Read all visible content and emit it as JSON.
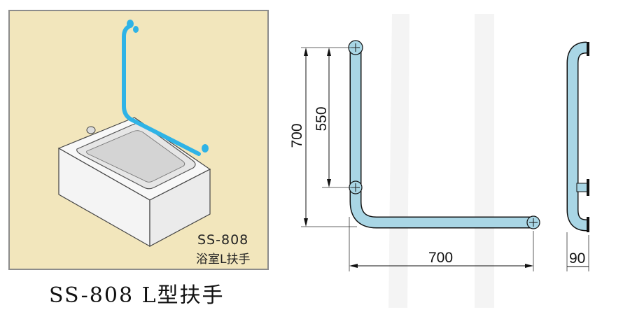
{
  "illustration": {
    "model": "SS-808",
    "product_name": "浴室L扶手",
    "background_color": "#f2e6bc",
    "bar_color": "#2fb3e6"
  },
  "caption": "SS-808 L型扶手",
  "drawing": {
    "bar_color": "#a9d6e5",
    "dimensions": {
      "total_height": "700",
      "vertical_mounts_spacing": "550",
      "horizontal_length": "700",
      "projection_depth": "90"
    }
  }
}
